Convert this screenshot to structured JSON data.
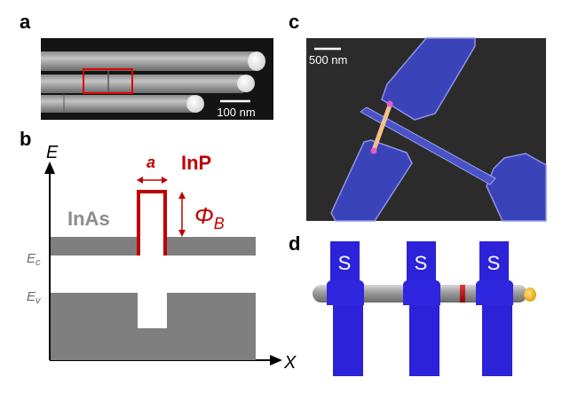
{
  "panels": {
    "a": {
      "letter": "a",
      "scale_bar": "100 nm"
    },
    "b": {
      "letter": "b",
      "axis_y": "E",
      "axis_x": "X",
      "material_left": "InAs",
      "material_barrier": "InP",
      "width_symbol": "a",
      "barrier_height_symbol": "Φ",
      "barrier_height_subscript": "B",
      "conduction_band": "E",
      "conduction_band_sub": "c",
      "valence_band": "E",
      "valence_band_sub": "v"
    },
    "c": {
      "letter": "c",
      "scale_bar": "500 nm"
    },
    "d": {
      "letter": "d",
      "contacts": [
        "S",
        "S",
        "S"
      ]
    }
  },
  "colors": {
    "barrier_red": "#c00000",
    "band_gray": "#7f7f7f",
    "contact_blue": "#2b22d9",
    "inas_label_gray": "#8c8c8c"
  }
}
